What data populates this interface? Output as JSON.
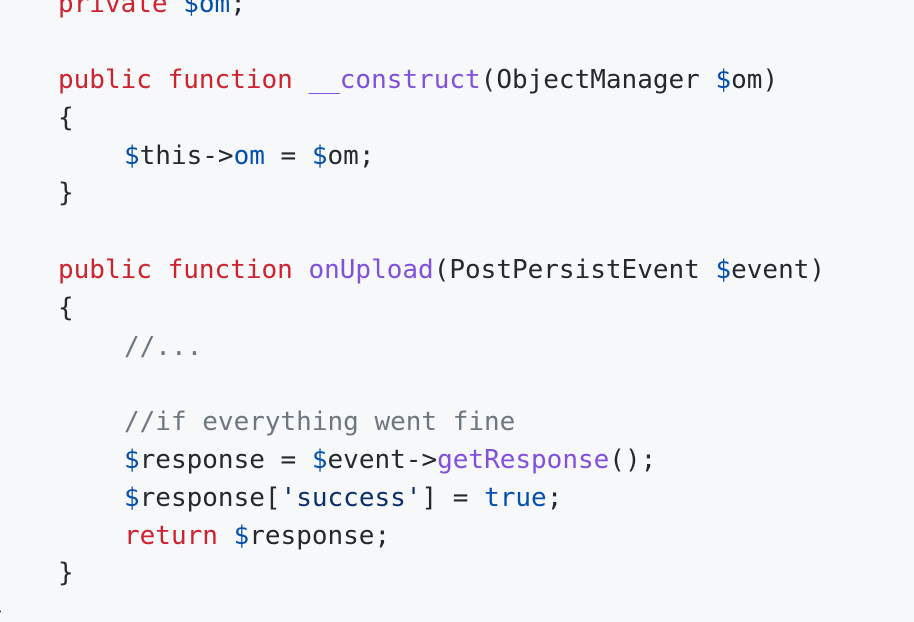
{
  "code": {
    "line0": {
      "kw": "private",
      "sp": " ",
      "dollar": "$",
      "var": "om",
      "end": ";"
    },
    "line1": {
      "kw1": "public",
      "sp1": " ",
      "kw2": "function",
      "sp2": " ",
      "fn": "__construct",
      "open": "(",
      "type": "ObjectManager",
      "sp3": " ",
      "dollar": "$",
      "arg": "om",
      "close": ")"
    },
    "line2": {
      "brace": "{"
    },
    "line3": {
      "dollar1": "$",
      "this": "this",
      "arrow": "->",
      "prop": "om",
      "eq": " = ",
      "dollar2": "$",
      "val": "om",
      "end": ";"
    },
    "line4": {
      "brace": "}"
    },
    "line5": {
      "kw1": "public",
      "sp1": " ",
      "kw2": "function",
      "sp2": " ",
      "fn": "onUpload",
      "open": "(",
      "type": "PostPersistEvent",
      "sp3": " ",
      "dollar": "$",
      "arg": "event",
      "close": ")"
    },
    "line6": {
      "brace": "{"
    },
    "line7": {
      "comment": "//..."
    },
    "line8": {
      "comment": "//if everything went fine"
    },
    "line9": {
      "dollar1": "$",
      "v1": "response",
      "eq": " = ",
      "dollar2": "$",
      "v2": "event",
      "arrow": "->",
      "fn": "getResponse",
      "call": "();"
    },
    "line10": {
      "dollar": "$",
      "v": "response",
      "open": "[",
      "str": "'success'",
      "close": "]",
      "eq": " = ",
      "bool": "true",
      "end": ";"
    },
    "line11": {
      "kw": "return",
      "sp": " ",
      "dollar": "$",
      "v": "response",
      "end": ";"
    },
    "line12": {
      "brace": "}"
    },
    "line13": {
      "brace": "}"
    }
  },
  "colors": {
    "background": "#f6f8fa",
    "keyword": "#cf222e",
    "function": "#8250df",
    "variable": "#0550ae",
    "string": "#0a3069",
    "comment": "#6e7781",
    "text": "#24292f"
  }
}
